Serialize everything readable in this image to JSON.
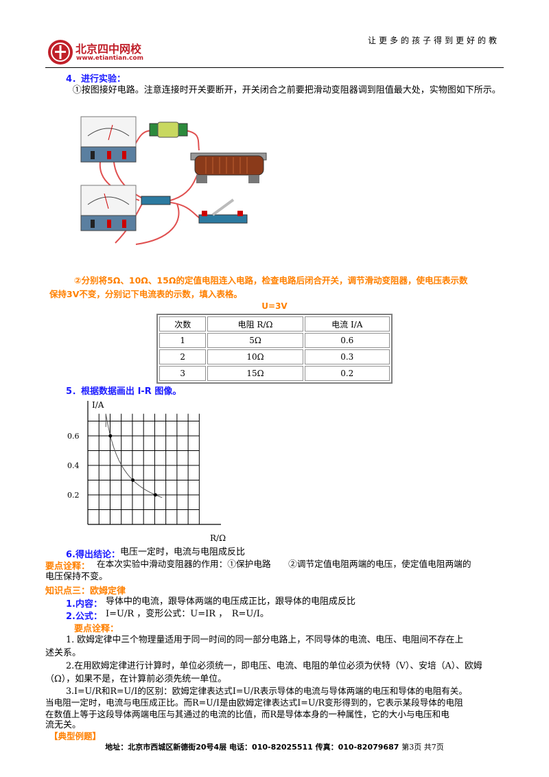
{
  "header": {
    "brand": "北京四中网校",
    "url": "www.etiantian.com",
    "slogan": "让更多的孩子得到更好的教"
  },
  "section4": {
    "title": "4．进行实验：",
    "para": "①按图接好电路。注意连接时开关要断开，开关闭合之前要把滑动变阻器调到阻值最大处，实物图如下所示。"
  },
  "step2": {
    "line1": "②分别将5Ω、10Ω、15Ω的定值电阻连入电路，检查电路后闭合开关，调节滑动变阻器，使电压表示数",
    "line2": "保持3V不变，分别记下电流表的示数，填入表格。"
  },
  "table": {
    "caption": "U=3V",
    "headers": [
      "次数",
      "电阻 R/Ω",
      "电流 I/A"
    ],
    "rows": [
      [
        "1",
        "5Ω",
        "0.6"
      ],
      [
        "2",
        "10Ω",
        "0.3"
      ],
      [
        "3",
        "15Ω",
        "0.2"
      ]
    ]
  },
  "section5": {
    "title": "5．根据数据画出 I-R 图像。"
  },
  "chart_data": {
    "type": "line",
    "xlabel": "R/Ω",
    "ylabel": "I/A",
    "y_ticks": [
      "0.6",
      "0.4",
      "0.2"
    ],
    "points": [
      {
        "x": 5,
        "y": 0.6
      },
      {
        "x": 10,
        "y": 0.3
      },
      {
        "x": 15,
        "y": 0.2
      }
    ],
    "xlim": [
      0,
      25
    ],
    "ylim": [
      0,
      0.8
    ],
    "grid": true
  },
  "section6": {
    "title": "6.得出结论：",
    "text": "电压一定时，电流与电阻成反比"
  },
  "keypoint1": {
    "label": "要点诠释：",
    "text1": "在本次实验中滑动变阻器的作用：①保护电路　　②调节定值电阻两端的电压，使定值电阻两端的",
    "text2": "电压保持不变。"
  },
  "knowledge3": {
    "title": "知识点三：欧姆定律",
    "item1_label": "1.内容：",
    "item1_text": "导体中的电流，跟导体两端的电压成正比，跟导体的电阻成反比",
    "item2_label": "2.公式：",
    "item2_text": "I=U/R ，变形公式：U=IR ，　R=U/I。",
    "keypoint_label": "要点诠释：",
    "n1a": "1. 欧姆定律中三个物理量适用于同一时间的同一部分电路上，不同导体的电流、电压、电阻间不存在上",
    "n1b": "述关系。",
    "n2a": "2.在用欧姆定律进行计算时，单位必须统一，即电压、电流、电阻的单位必须为伏特（V）、安培（A）、欧姆",
    "n2b": "（Ω），如果不是，在计算前必须先统一单位。",
    "n3a": "3.I=U/R和R=U/I的区别：欧姆定律表达式I=U/R表示导体的电流与导体两端的电压和导体的电阻有关。",
    "n3b": "当电阻一定时，电流与电压成正比。而R=U/I是由欧姆定律表达式I=U/R变形得到的，它表示某段导体的电阻",
    "n3c": "在数值上等于这段导体两端电压与其通过的电流的比值，而R是导体本身的一种属性，它的大小与电压和电",
    "n3d": "流无关。",
    "examples": "【典型例题】"
  },
  "footer": {
    "address": "地址：北京市西城区新德街20号4层 电话：010-82025511 传真：010-82079687",
    "page": "第3页  共7页"
  }
}
